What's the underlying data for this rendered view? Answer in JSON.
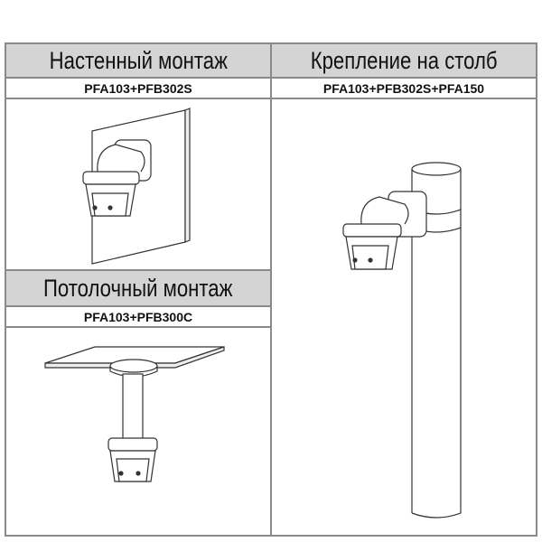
{
  "wall": {
    "title": "Настенный монтаж",
    "model": "PFA103+PFB302S"
  },
  "pole": {
    "title": "Крепление на столб",
    "model": "PFA103+PFB302S+PFA150"
  },
  "ceiling": {
    "title": "Потолочный монтаж",
    "model": "PFA103+PFB300C"
  },
  "colors": {
    "header_bg": "#d4d4d4",
    "border": "#8a8a8a"
  }
}
